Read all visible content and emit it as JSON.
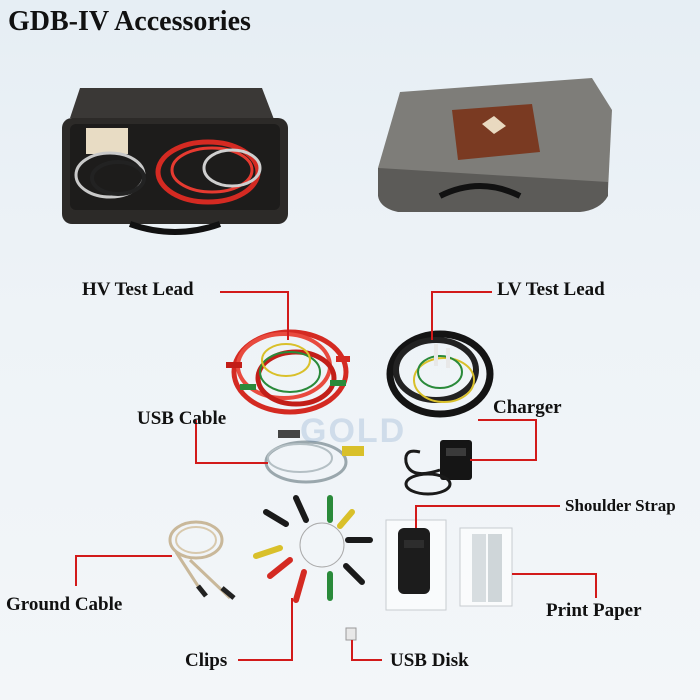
{
  "title": "GDB-IV Accessories",
  "watermark": "GOLD",
  "items": {
    "hv_test_lead": "HV Test Lead",
    "lv_test_lead": "LV Test Lead",
    "usb_cable": "USB Cable",
    "charger": "Charger",
    "shoulder_strap": "Shoulder Strap",
    "ground_cable": "Ground Cable",
    "print_paper": "Print Paper",
    "clips": "Clips",
    "usb_disk": "USB Disk"
  },
  "colors": {
    "callout_line": "#d21a1a",
    "case_dark": "#2a2a2a",
    "case_grey": "#8a8a86",
    "leather": "#7a3a22",
    "hv_cable": "#d42a22",
    "lv_cable": "#141414"
  }
}
